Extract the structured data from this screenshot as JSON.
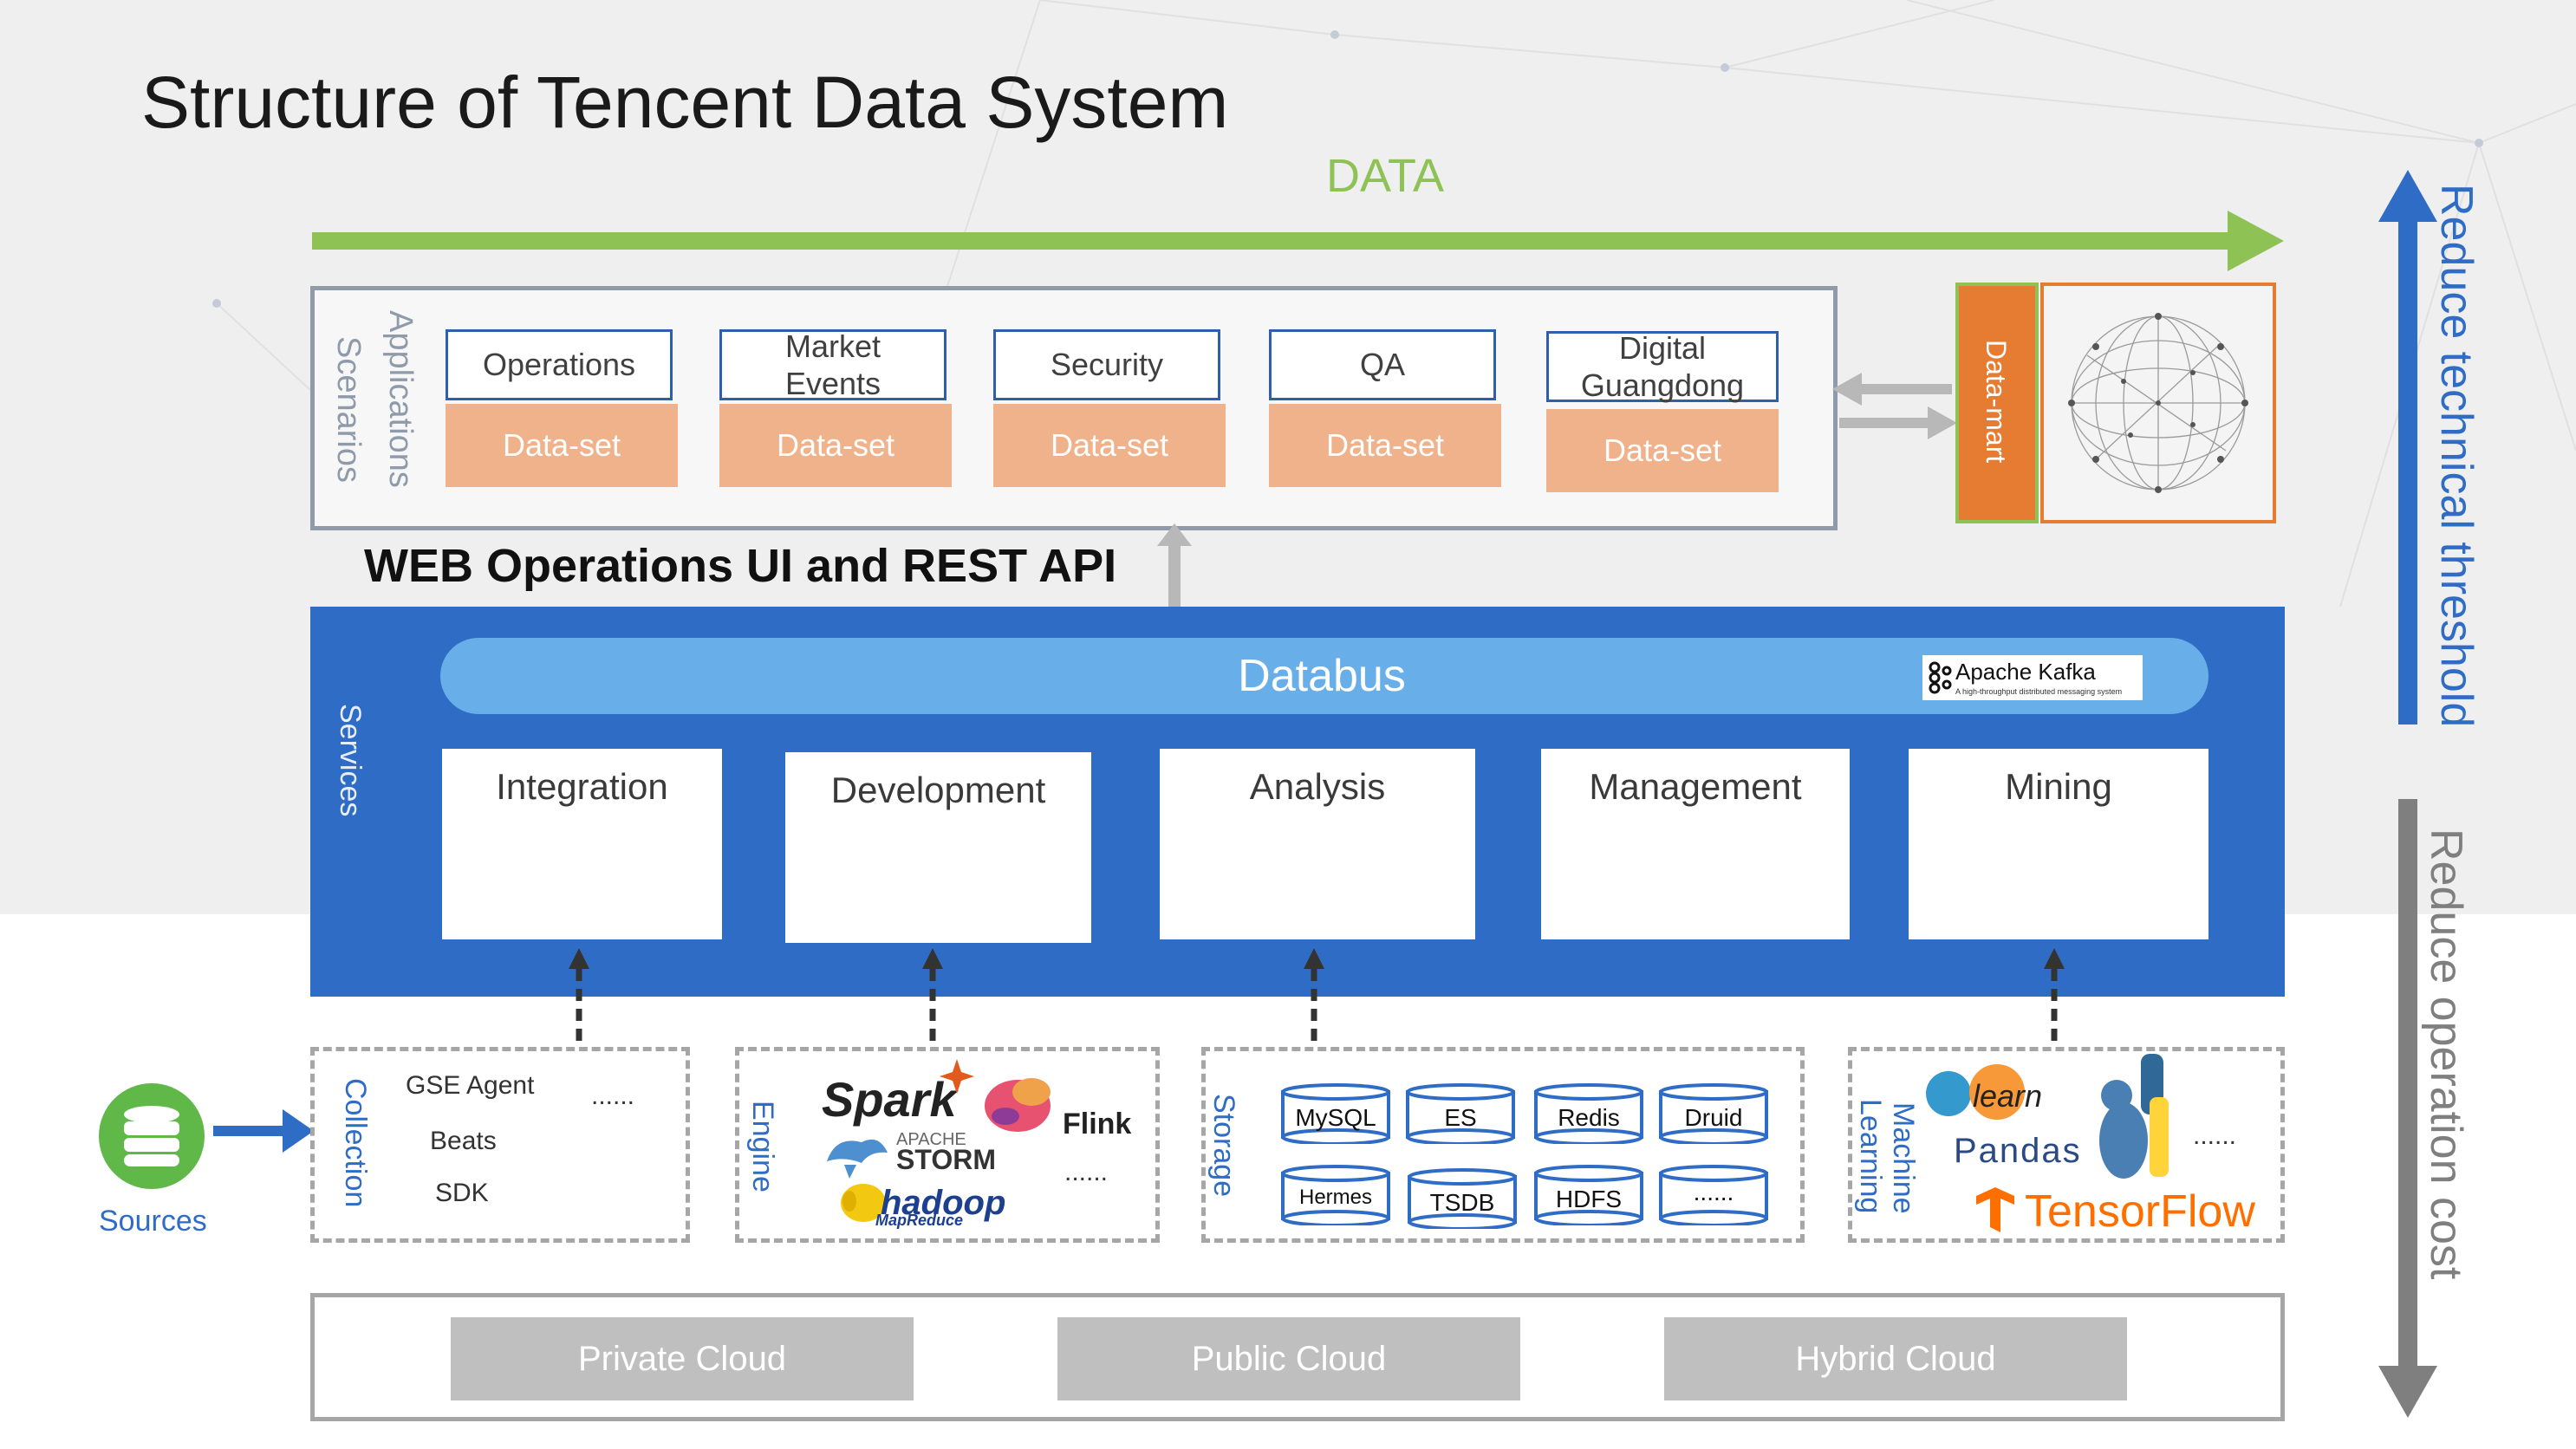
{
  "title": "Structure of Tencent Data System",
  "data_flow_label": "DATA",
  "applications": {
    "label_line1": "Applications",
    "label_line2": "Scenarios",
    "scenarios": [
      {
        "name": "Operations",
        "dataset": "Data-set"
      },
      {
        "name": "Market\nEvents",
        "dataset": "Data-set"
      },
      {
        "name": "Security",
        "dataset": "Data-set"
      },
      {
        "name": "QA",
        "dataset": "Data-set"
      },
      {
        "name": "Digital Guangdong",
        "dataset": "Data-set"
      }
    ]
  },
  "datamart": {
    "label": "Data-mart"
  },
  "web_api_label": "WEB Operations UI and REST API",
  "services": {
    "label": "Services",
    "databus": "Databus",
    "kafka": {
      "name": "Apache Kafka",
      "tagline": "A high-throughput distributed messaging system"
    },
    "modules": [
      "Integration",
      "Development",
      "Analysis",
      "Management",
      "Mining"
    ]
  },
  "sources": {
    "label": "Sources"
  },
  "collection": {
    "label": "Collection",
    "items": [
      "GSE Agent",
      "Beats",
      "SDK"
    ],
    "more": "......"
  },
  "engine": {
    "label": "Engine",
    "items": [
      "Spark",
      "Flink",
      "APACHE",
      "STORM",
      "hadoop",
      "MapReduce"
    ],
    "more": "......"
  },
  "storage": {
    "label": "Storage",
    "items": [
      "MySQL",
      "ES",
      "Redis",
      "Druid",
      "Hermes",
      "TSDB",
      "HDFS",
      "......"
    ]
  },
  "machine_learning": {
    "label_line1": "Machine",
    "label_line2": "Learning",
    "items": [
      "learn",
      "Pandas",
      "TensorFlow"
    ],
    "more": "......"
  },
  "clouds": [
    "Private Cloud",
    "Public Cloud",
    "Hybrid Cloud"
  ],
  "side_labels": {
    "up": "Reduce technical threshold",
    "down": "Reduce operation cost"
  },
  "colors": {
    "blue": "#2f6cc6",
    "green": "#8fc255",
    "orange": "#e57c32",
    "dataset": "#f0b28a",
    "grey": "#bfbfbf"
  }
}
